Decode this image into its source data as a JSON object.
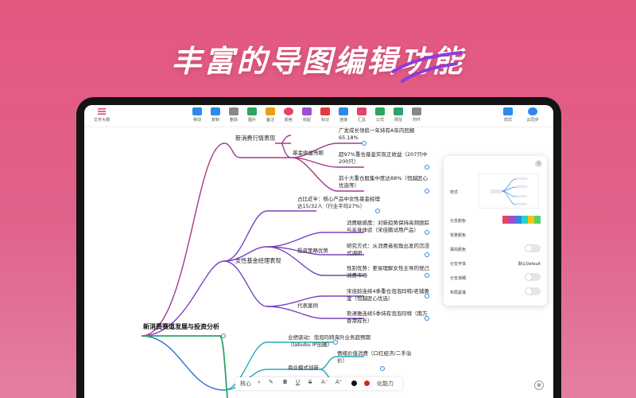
{
  "headline": "丰富的导图编辑功能",
  "toolbar": {
    "left": {
      "label": "文字大纲"
    },
    "items": [
      {
        "label": "移动",
        "color": "#2b8ae8"
      },
      {
        "label": "复制",
        "color": "#2b8ae8"
      },
      {
        "label": "删除",
        "color": "#888888"
      },
      {
        "label": "图片",
        "color": "#2aa566"
      },
      {
        "label": "备注",
        "color": "#e3a21a"
      },
      {
        "label": "颜色",
        "color": "#e2456a"
      },
      {
        "label": "收起",
        "color": "#9a4fd1"
      },
      {
        "label": "标记",
        "color": "#e23b3b"
      },
      {
        "label": "连接",
        "color": "#2b8ae8"
      },
      {
        "label": "汇总",
        "color": "#e2456a"
      },
      {
        "label": "公式",
        "color": "#2aa566"
      },
      {
        "label": "网址",
        "color": "#2aa566"
      },
      {
        "label": "附件",
        "color": "#888888"
      }
    ],
    "right": [
      {
        "label": "样式",
        "color": "#2b8ae8"
      },
      {
        "label": "云同步",
        "color": "#2b8ae8"
      }
    ]
  },
  "mindmap": {
    "root": "新消费赛道发展与投资分析",
    "b1": {
      "title": "新消费行情表现",
      "n1": "广发成长领航一年持有A年内回报65.18%",
      "sub": "基金收益亮眼",
      "n2": "超97%重仓基金实现正收益（207只中200只）",
      "n3": "前十大重仓股集中度达88%（恒越匠心优选等）"
    },
    "b2": {
      "title": "女性基金经理表现",
      "n1": "占比近半：核心产品中女性基金经理达15/32人（行业平均27%）",
      "sub1": "投资策略优势",
      "n2": "消费敏感度：对新趋势保持高频跟踪与亲身体验（宋佳鹏试用产品）",
      "n3": "研究方式：从消费者视角出发的沉浸式调研",
      "n4": "性别优势：更易理解女性主导的悦己消费市场",
      "sub2": "代表案例",
      "n5": "宋佳龄连续4季重仓泡泡玛特/老铺黄金（恒越匠心优选）",
      "n6": "熊潇雅连续5季持有泡泡玛特（南方香港成长）"
    },
    "b3": {
      "n1": "业绩驱动：泡泡玛特海外业务超预期（labubu IP出圈）",
      "sub": "商业模式创新",
      "n2": "情绪价值消费（口红经济/二手溢价）",
      "n3": "核心",
      "n4": "化能力"
    }
  },
  "panel": {
    "rows": [
      {
        "label": "样式"
      },
      {
        "label": "分支颜色"
      },
      {
        "label": "背景颜色"
      },
      {
        "label": "填充颜色"
      },
      {
        "label": "分支字体",
        "value": "默认Default"
      },
      {
        "label": "分支渐细"
      },
      {
        "label": "布局紧凑"
      }
    ],
    "swatches": [
      "#e2456a",
      "#9a4fd1",
      "#2b8ae8",
      "#2ad0c8",
      "#f0c419",
      "#5bd16a"
    ]
  }
}
